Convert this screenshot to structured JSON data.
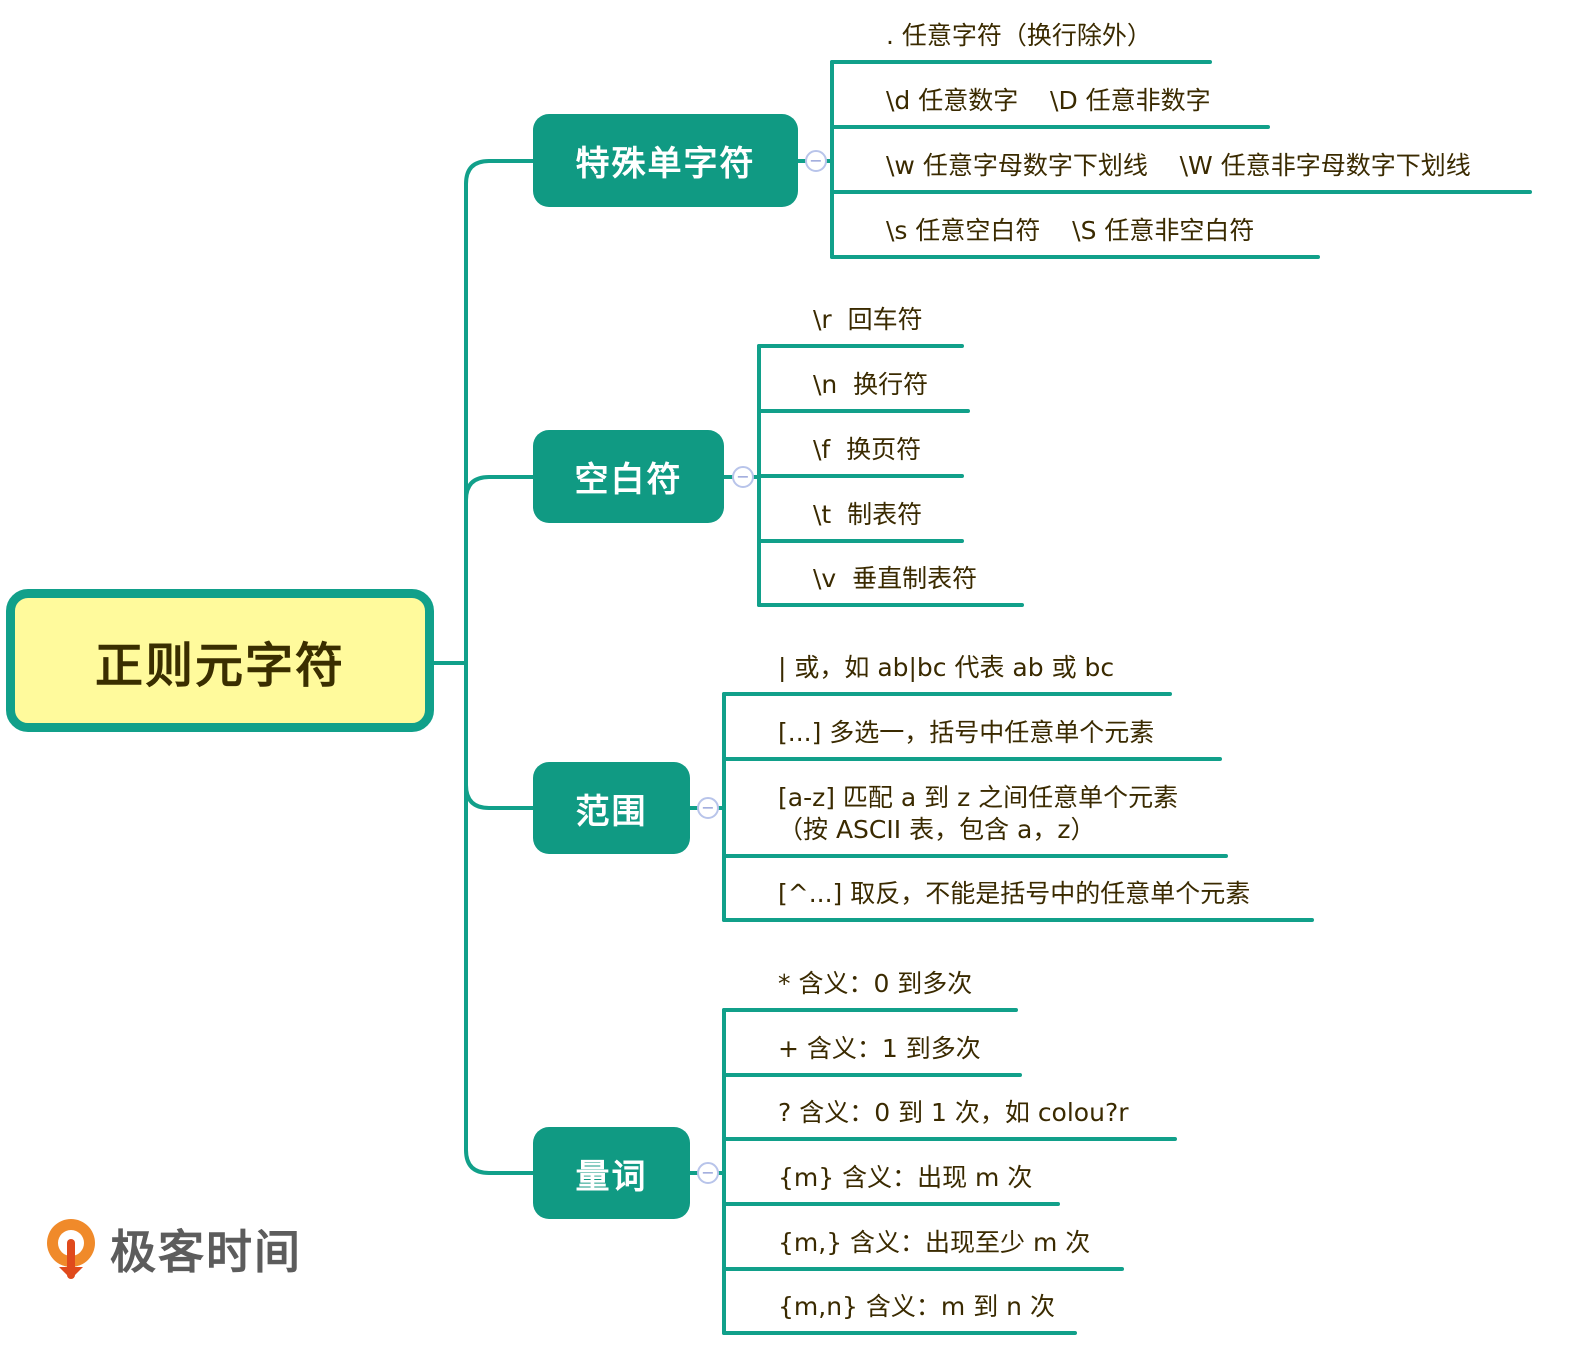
{
  "root": {
    "label": "正则元字符"
  },
  "colors": {
    "line": "#11a08a",
    "branch_fill": "#109a83",
    "root_fill": "#fffa9c",
    "collapse": "#b8c4ea"
  },
  "branches": [
    {
      "label": "特殊单字符",
      "collapse_icon": "minus-circle-icon",
      "items": [
        ". 任意字符（换行除外）",
        "\\d 任意数字    \\D 任意非数字",
        "\\w 任意字母数字下划线    \\W 任意非字母数字下划线",
        "\\s 任意空白符    \\S 任意非空白符"
      ]
    },
    {
      "label": "空白符",
      "collapse_icon": "minus-circle-icon",
      "items": [
        "\\r  回车符",
        "\\n  换行符",
        "\\f  换页符",
        "\\t  制表符",
        "\\v  垂直制表符"
      ]
    },
    {
      "label": "范围",
      "collapse_icon": "minus-circle-icon",
      "items": [
        "| 或，如 ab|bc 代表 ab 或 bc",
        "[...] 多选一，括号中任意单个元素",
        "[a-z] 匹配 a 到 z 之间任意单个元素\n（按 ASCII 表，包含 a，z）",
        "[^...] 取反，不能是括号中的任意单个元素"
      ]
    },
    {
      "label": "量词",
      "collapse_icon": "minus-circle-icon",
      "items": [
        "* 含义：0 到多次",
        "+ 含义：1 到多次",
        "? 含义：0 到 1 次，如 colou?r",
        "{m} 含义：出现 m 次",
        "{m,} 含义：出现至少 m 次",
        "{m,n} 含义：m 到 n 次"
      ]
    }
  ],
  "logo": {
    "text": "极客时间",
    "icon": "geektime-logo-icon"
  }
}
